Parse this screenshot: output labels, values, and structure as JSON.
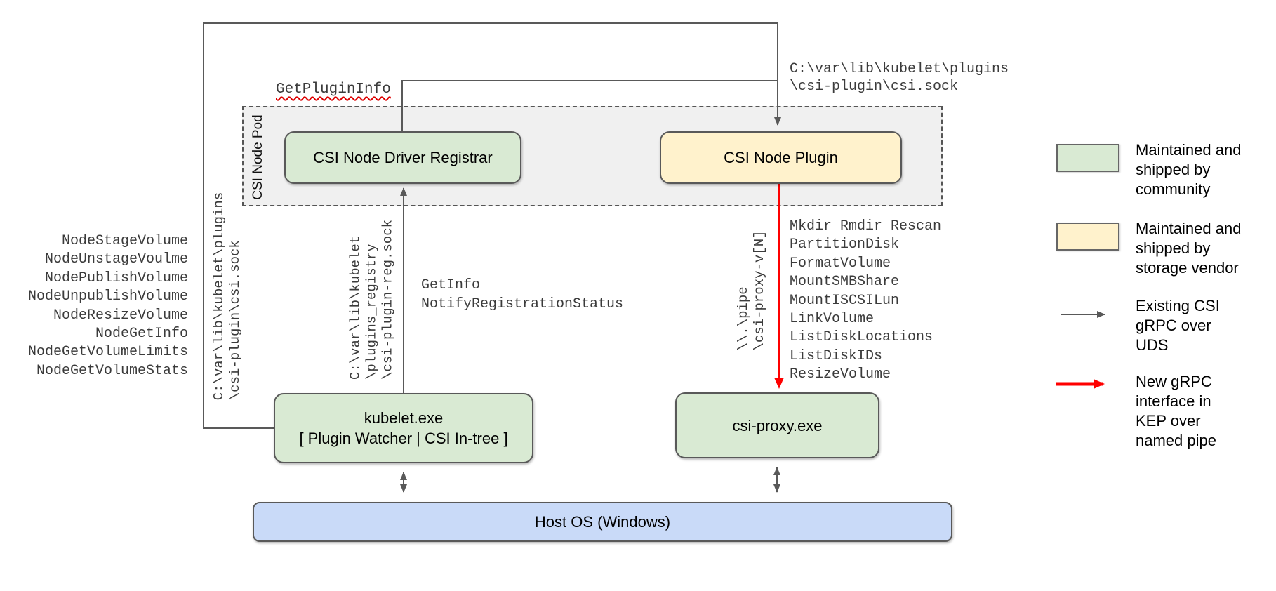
{
  "diagram": {
    "pod_label": "CSI Node Pod",
    "boxes": {
      "registrar": "CSI Node Driver Registrar",
      "plugin": "CSI Node Plugin",
      "kubelet": "kubelet.exe\n[ Plugin Watcher | CSI In-tree ]",
      "csi_proxy": "csi-proxy.exe",
      "host_os": "Host OS (Windows)"
    },
    "labels": {
      "get_plugin_info": "GetPluginInfo",
      "csi_sock_path_top": "C:\\var\\lib\\kubelet\\plugins\n\\csi-plugin\\csi.sock",
      "csi_sock_path_vertical": "C:\\var\\lib\\kubelet\\plugins\n\\csi-plugin\\csi.sock",
      "registry_sock_path_vertical": "C:\\var\\lib\\kubelet\n\\plugins_registry\n\\csi-plugin-reg.sock",
      "pipe_path_vertical": "\\\\.\\pipe\n\\csi-proxy-v[N]",
      "registration_calls": "GetInfo\nNotifyRegistrationStatus",
      "node_calls": "NodeStageVolume\nNodeUnstageVoulme\nNodePublishVolume\nNodeUnpublishVolume\nNodeResizeVolume\nNodeGetInfo\nNodeGetVolumeLimits\nNodeGetVolumeStats",
      "proxy_calls": "Mkdir Rmdir Rescan\nPartitionDisk\nFormatVolume\nMountSMBShare\nMountISCSILun\nLinkVolume\nListDiskLocations\nListDiskIDs\nResizeVolume"
    }
  },
  "legend": {
    "community": "Maintained and\nshipped by\ncommunity",
    "vendor": "Maintained and\nshipped by\nstorage vendor",
    "uds": "Existing CSI\ngRPC over\nUDS",
    "pipe": "New gRPC\ninterface in\nKEP over\nnamed pipe"
  },
  "colors": {
    "community_green": "#d9ead3",
    "vendor_yellow": "#fff2cc",
    "host_blue": "#c9daf8",
    "pod_gray": "#f0f0f0",
    "line_gray": "#595959",
    "arrow_red": "#ff0000"
  }
}
